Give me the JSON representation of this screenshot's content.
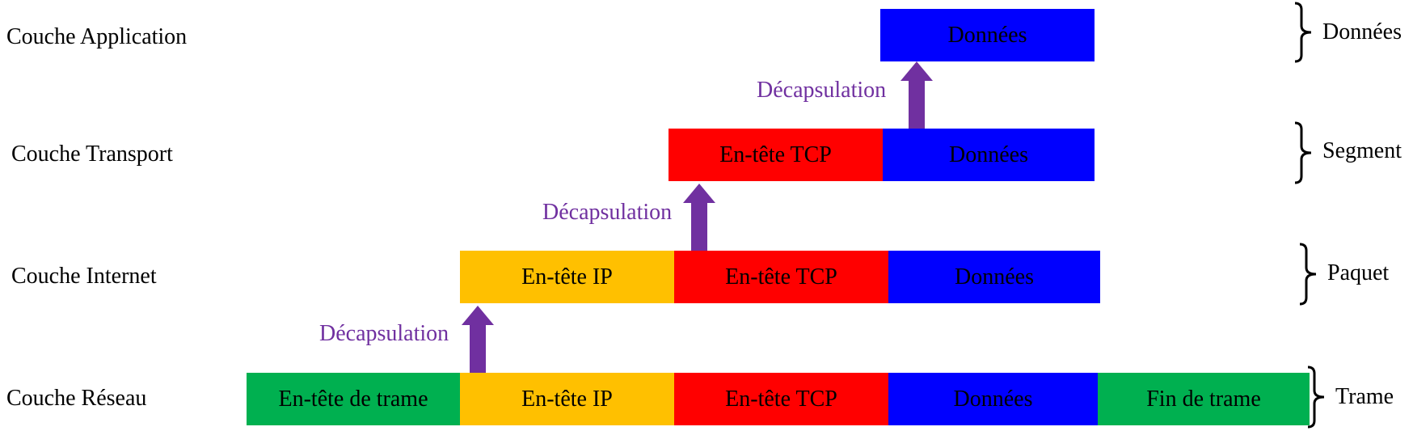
{
  "colors": {
    "frame": "#00b050",
    "ip": "#ffc000",
    "tcp": "#ff0000",
    "data": "#0000ff",
    "arrow": "#7030a0"
  },
  "layers": {
    "application": "Couche Application",
    "transport": "Couche Transport",
    "internet": "Couche Internet",
    "network": "Couche Réseau"
  },
  "blocks": {
    "frame_header": "En-tête de trame",
    "ip_header": "En-tête IP",
    "tcp_header": "En-tête TCP",
    "data": "Données",
    "frame_trailer": "Fin de trame"
  },
  "arrow_label": "Décapsulation",
  "units": {
    "application": "Données",
    "transport": "Segment",
    "internet": "Paquet",
    "network": "Trame"
  },
  "icons": {
    "arrow": "up-arrow-icon",
    "brace": "right-brace-icon"
  }
}
